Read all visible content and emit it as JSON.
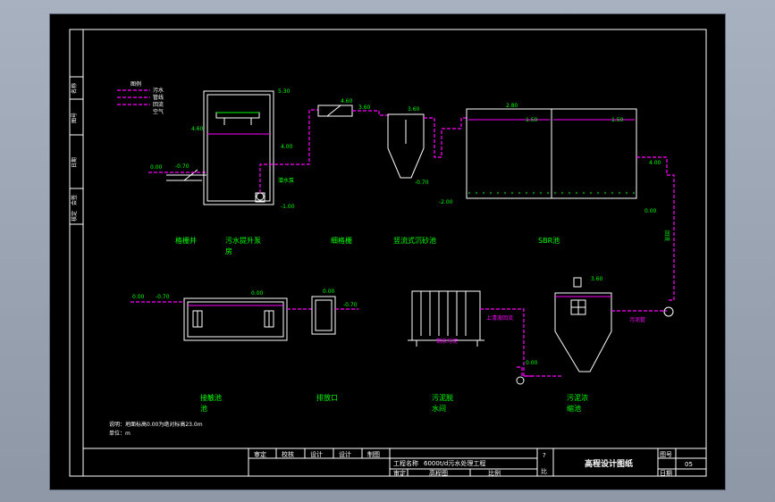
{
  "legend": {
    "title": "图例",
    "items": [
      "污水",
      "管线",
      "回流",
      "空气"
    ]
  },
  "units": [
    {
      "id": "u1",
      "label": "格栅井"
    },
    {
      "id": "u2",
      "label": "污水提升泵",
      "label2": "房"
    },
    {
      "id": "u3",
      "label": "细格栅"
    },
    {
      "id": "u4",
      "label": "竖流式沉砂池"
    },
    {
      "id": "u5",
      "label": "SBR池"
    },
    {
      "id": "u6",
      "label": "接触池",
      "label2": "池"
    },
    {
      "id": "u7",
      "label": "排放口"
    },
    {
      "id": "u8",
      "label": "污泥脱",
      "label2": "水间"
    },
    {
      "id": "u9",
      "label": "污泥浓",
      "label2": "缩池"
    }
  ],
  "annotations": {
    "pump_label": "潜水泵",
    "notes_line1": "说明：地面标高0.00为绝对标高23.0m",
    "notes_line2": "单位：m",
    "level_short": "5.30",
    "level_a": "4.60",
    "level_b": "4.00",
    "level_c": "0.00",
    "level_d": "-0.70",
    "level_e": "-1.00",
    "level_f": "3.60",
    "level_g": "2.80",
    "level_h": "1.50",
    "level_i": "-2.00",
    "side_label": "回流",
    "waste_sludge": "剩余污泥",
    "return_water": "上清液回流",
    "sludge_pipe": "污泥管"
  },
  "title_block": {
    "cells": [
      "审定",
      "校核",
      "设计",
      "设计",
      "制图"
    ],
    "project_label": "工程名称",
    "project_name": "6000t/d污水处理工程",
    "sub_cells": [
      "审定",
      "高程图",
      "比例"
    ],
    "question_mark": "?",
    "scale_word": "比",
    "drawing_title": "高程设计图纸",
    "sheet_label": "图号",
    "sheet_no": "05",
    "date_label": "日期"
  },
  "left_strip": [
    "名称",
    "图号",
    "日期",
    "会签",
    "核定"
  ]
}
